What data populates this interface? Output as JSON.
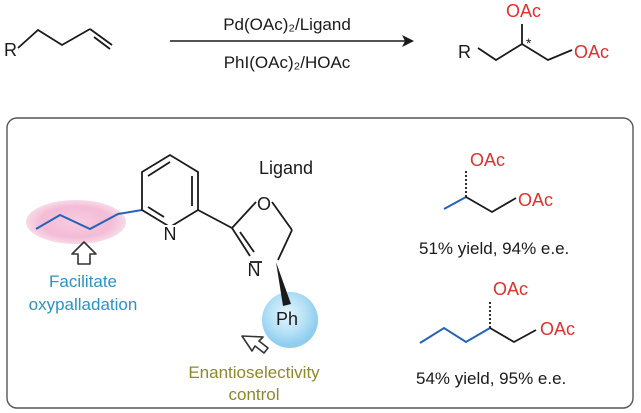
{
  "reaction": {
    "substrate_r": "R",
    "reagent_top": "Pd(OAc)₂/Ligand",
    "reagent_bottom": "PhI(OAc)₂/HOAc",
    "product_r": "R",
    "product_oac_top": "OAc",
    "product_oac_right": "OAc",
    "stereo_mark": "*"
  },
  "ligand": {
    "title": "Ligand",
    "n_pyridine": "N",
    "n_oxazoline": "N",
    "o_oxazoline": "O",
    "ph": "Ph"
  },
  "annotations": {
    "oxypalladation": [
      "Facilitate",
      "oxypalladation"
    ],
    "enantio": [
      "Enantioselectivity",
      "control"
    ]
  },
  "products": [
    {
      "oac_top": "OAc",
      "oac_right": "OAc",
      "result": "51% yield, 94% e.e."
    },
    {
      "oac_top": "OAc",
      "oac_right": "OAc",
      "result": "54% yield, 95% e.e."
    }
  ],
  "colors": {
    "red": "#e0302c",
    "blue_chain": "#2563b8",
    "cyan_text": "#2a94c6",
    "olive_text": "#8a8a2a",
    "pink_glow": "#f3b8d4",
    "blue_glow": "#9fd4f0",
    "box_border": "#555555"
  }
}
